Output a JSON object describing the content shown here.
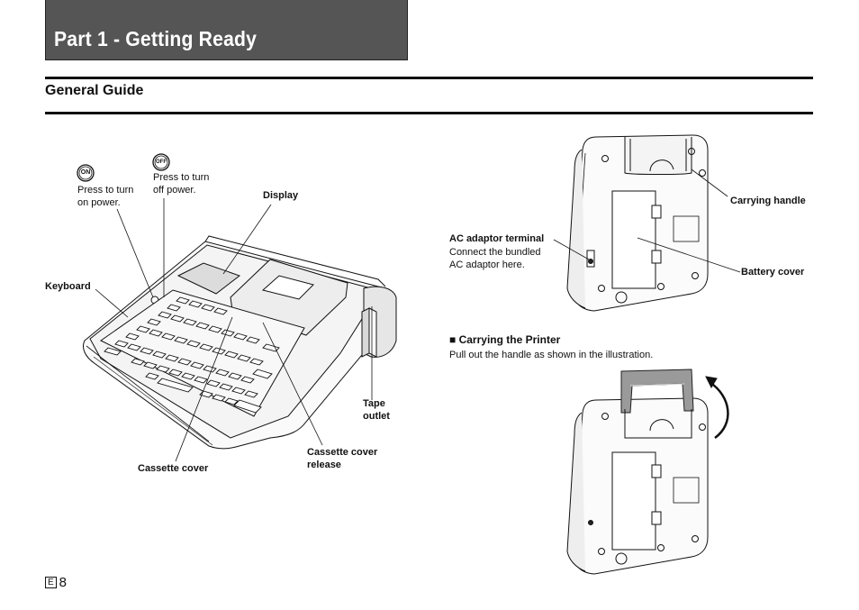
{
  "header": {
    "title": "Part 1 - Getting Ready"
  },
  "section": {
    "title": "General Guide"
  },
  "keyboard_diagram": {
    "on_key": "ON",
    "on_text": [
      "Press to turn",
      "on power."
    ],
    "off_key": "OFF",
    "off_text": [
      "Press to turn",
      "off power."
    ],
    "display": "Display",
    "keyboard": "Keyboard",
    "tape_outlet": [
      "Tape",
      "outlet"
    ],
    "cassette_cover": "Cassette cover",
    "cassette_cover_release": [
      "Cassette cover",
      "release"
    ]
  },
  "back_diagram": {
    "carrying_handle": "Carrying handle",
    "ac_title": "AC adaptor terminal",
    "ac_text": [
      "Connect the bundled",
      "AC adaptor here."
    ],
    "battery_cover": "Battery cover"
  },
  "carrying": {
    "heading_marker": "■",
    "heading": "Carrying the Printer",
    "text": "Pull out the handle as shown in the illustration."
  },
  "footer": {
    "lang": "E",
    "page": "8"
  }
}
